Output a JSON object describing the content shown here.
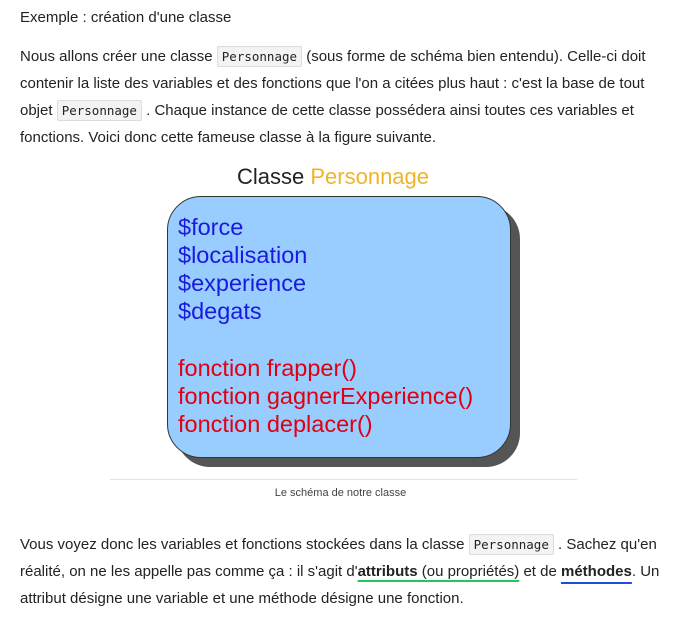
{
  "heading": "Exemple : création d'une classe",
  "intro": {
    "t1": "Nous allons créer une classe ",
    "c1": "Personnage",
    "t2": " (sous forme de schéma bien entendu). Celle-ci doit contenir la liste des variables et des fonctions que l'on a citées plus haut : c'est la base de tout objet ",
    "c2": "Personnage",
    "t3": " . Chaque instance de cette classe possédera ainsi toutes ces variables et fonctions. Voici donc cette fameuse classe à la figure suivante."
  },
  "diagram": {
    "title_prefix": "Classe ",
    "title_name": "Personnage",
    "variables": [
      "$force",
      "$localisation",
      "$experience",
      "$degats"
    ],
    "functions": [
      "fonction frapper()",
      "fonction gagnerExperience()",
      "fonction deplacer()"
    ],
    "colors": {
      "box": "#99ccff",
      "variables": "#1a1adf",
      "functions": "#e00010",
      "accent": "#f0b429"
    }
  },
  "caption": "Le schéma de notre classe",
  "outro": {
    "t1": "Vous voyez donc les variables et fonctions stockées dans la classe ",
    "c1": "Personnage",
    "t2": " . Sachez qu'en réalité, on ne les appelle pas comme ça : il s'agit d'",
    "b1": "attributs",
    "t3": " (ou propriétés)",
    "t4": " et de ",
    "b2": "méthodes",
    "t5": ". Un attribut désigne une variable et une méthode désigne une fonction."
  }
}
